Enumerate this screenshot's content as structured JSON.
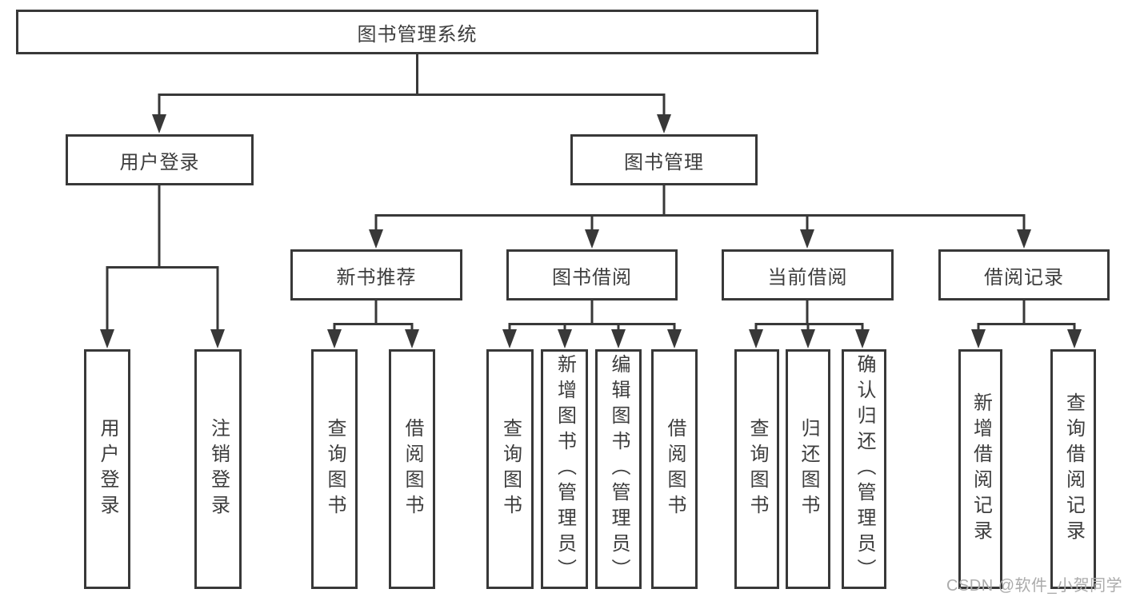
{
  "diagram": {
    "type": "hierarchy-tree",
    "watermark": "CSDN @软件_小贺同学",
    "colors": {
      "background": "#ffffff",
      "box_border": "#383838",
      "connector_line": "#383838",
      "text": "#3d3d3d",
      "watermark": "#ababab"
    },
    "tree": {
      "label": "图书管理系统",
      "children": [
        {
          "label": "用户登录",
          "children": [
            {
              "label": "用户登录"
            },
            {
              "label": "注销登录"
            }
          ]
        },
        {
          "label": "图书管理",
          "children": [
            {
              "label": "新书推荐",
              "children": [
                {
                  "label": "查询图书"
                },
                {
                  "label": "借阅图书"
                }
              ]
            },
            {
              "label": "图书借阅",
              "children": [
                {
                  "label": "查询图书"
                },
                {
                  "label": "新增图书（管理员）"
                },
                {
                  "label": "编辑图书（管理员）"
                },
                {
                  "label": "借阅图书"
                }
              ]
            },
            {
              "label": "当前借阅",
              "children": [
                {
                  "label": "查询图书"
                },
                {
                  "label": "归还图书"
                },
                {
                  "label": "确认归还（管理员）"
                }
              ]
            },
            {
              "label": "借阅记录",
              "children": [
                {
                  "label": "新增借阅记录"
                },
                {
                  "label": "查询借阅记录"
                }
              ]
            }
          ]
        }
      ]
    }
  }
}
